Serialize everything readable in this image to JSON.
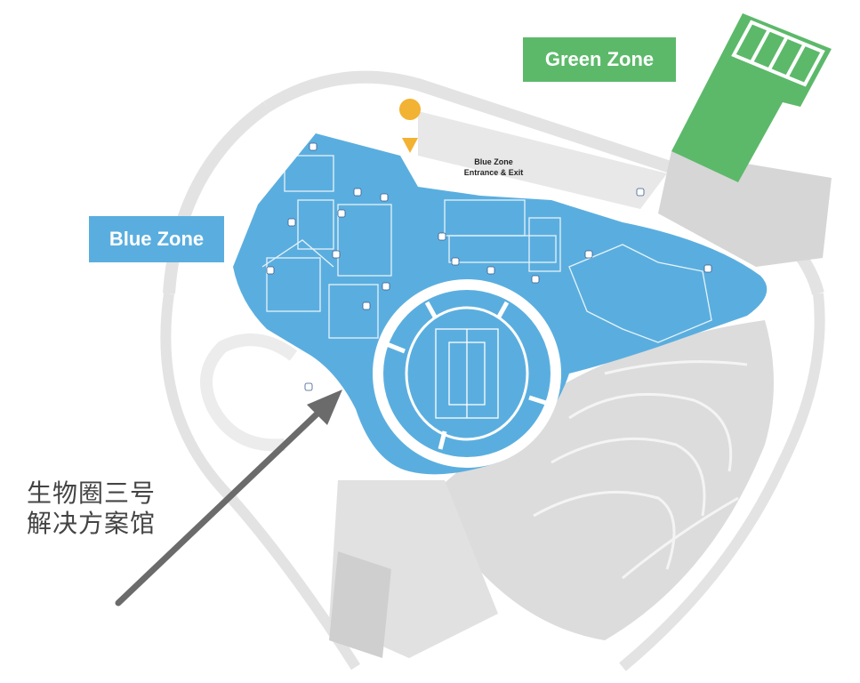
{
  "zones": {
    "green": {
      "label": "Green Zone",
      "color": "#5cb96a"
    },
    "blue": {
      "label": "Blue Zone",
      "color": "#5aaedf"
    }
  },
  "entrance": {
    "line1": "Blue Zone",
    "line2": "Entrance & Exit"
  },
  "annotation": {
    "line1": "生物圈三号",
    "line2": "解决方案馆"
  },
  "colors": {
    "arrow": "#6b6b6b",
    "pin": "#f2b233",
    "ground": "#e6e6e6",
    "road": "#d9d9d9"
  },
  "icons": [
    "location-pin-icon",
    "facility-icon"
  ]
}
